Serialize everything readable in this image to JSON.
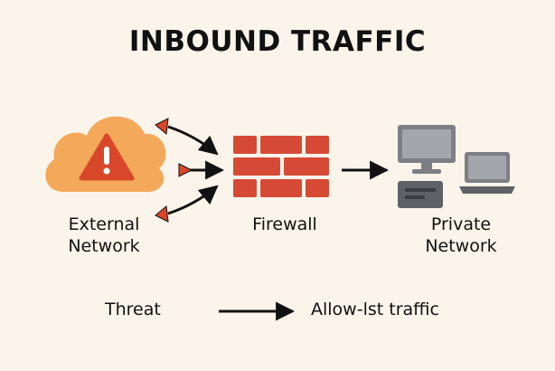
{
  "title": "INBOUND TRAFFIC",
  "nodes": {
    "external": {
      "line1": "External",
      "line2": "Network"
    },
    "firewall": {
      "label": "Firewall"
    },
    "private": {
      "line1": "Private",
      "line2": "Network"
    }
  },
  "legend": {
    "threat": "Threat",
    "allow": "Allow-lst traffic"
  },
  "colors": {
    "background": "#fbf4ea",
    "cloud": "#f4a85a",
    "warning": "#d9472b",
    "brick": "#d64a35",
    "device_gray": "#7d7f84",
    "arrow": "#111111"
  }
}
